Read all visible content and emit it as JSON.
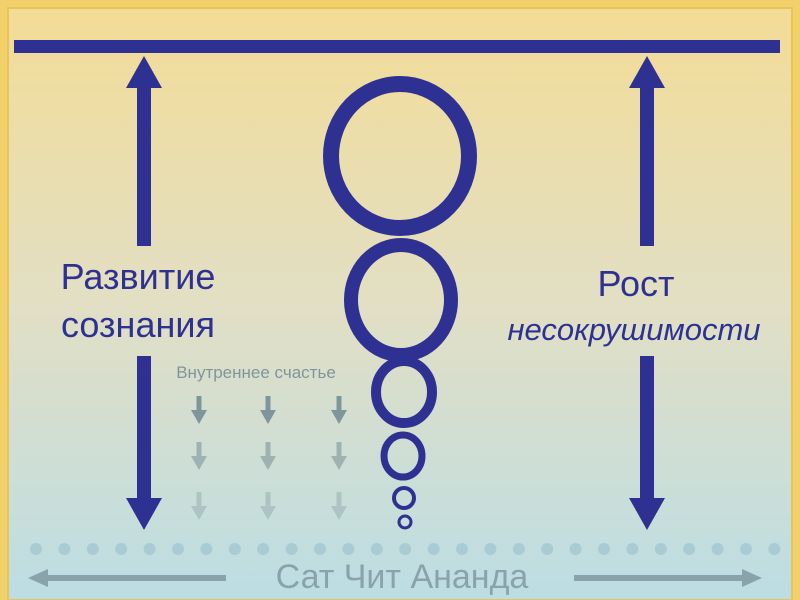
{
  "labels": {
    "consciousness_line1": "Развитие",
    "consciousness_line2": "сознания",
    "growth_line1": "Рост",
    "growth_line2": "несокрушимости",
    "inner_happiness": "Внутреннее счастье",
    "bottom": "Сат Чит Ананда"
  },
  "colors": {
    "primary": "#2e3192",
    "muted_arrow": "#7f959c",
    "bottom_text": "#8aa3ab",
    "frame": "#f2d16a",
    "bg_top": "#f3dc96",
    "bg_bottom": "#bcdde4",
    "dots": "#a9cbd3"
  }
}
